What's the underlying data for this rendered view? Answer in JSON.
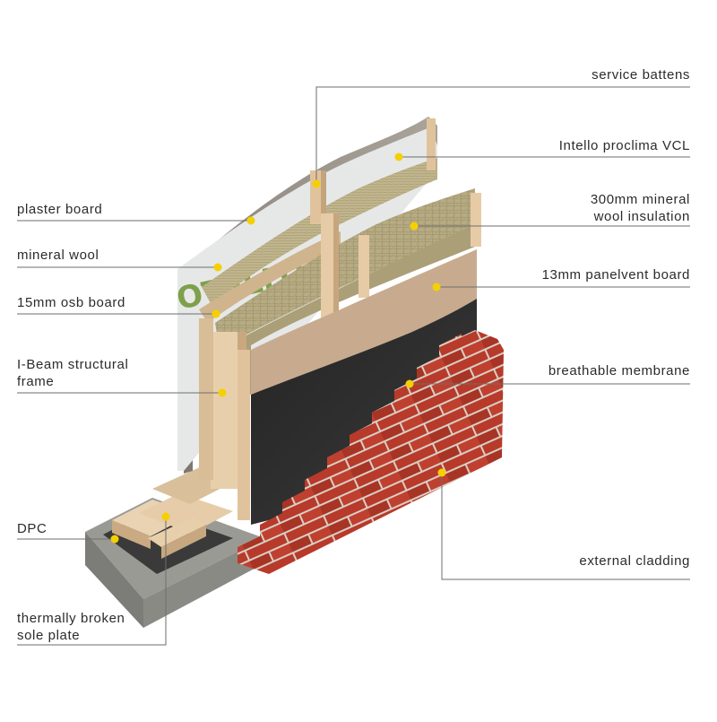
{
  "labels": {
    "service_battens": "service battens",
    "intello_vcl": "Intello proclima VCL",
    "mineral_insulation_1": "300mm mineral",
    "mineral_insulation_2": "wool insulation",
    "panelvent": "13mm panelvent board",
    "breathable": "breathable membrane",
    "external_cladding": "external cladding",
    "plaster_board": "plaster board",
    "mineral_wool": "mineral wool",
    "osb_board": "15mm osb board",
    "ibeam_1": "I-Beam structural",
    "ibeam_2": "frame",
    "dpc": "DPC",
    "sole_plate_1": "thermally broken",
    "sole_plate_2": "sole plate"
  },
  "membrane_print": "OTELLO",
  "colors": {
    "leader_line": "#6e6e6e",
    "marker": "#f5d000",
    "plaster": "#9a948c",
    "timber": "#e3c9a6",
    "insulation": "#b9ad86",
    "panelvent": "#c9ac90",
    "membrane": "#2d2d2d",
    "brick": "#b83a2a",
    "mortar": "#d8cfc4",
    "concrete": "#8f8f8a"
  }
}
